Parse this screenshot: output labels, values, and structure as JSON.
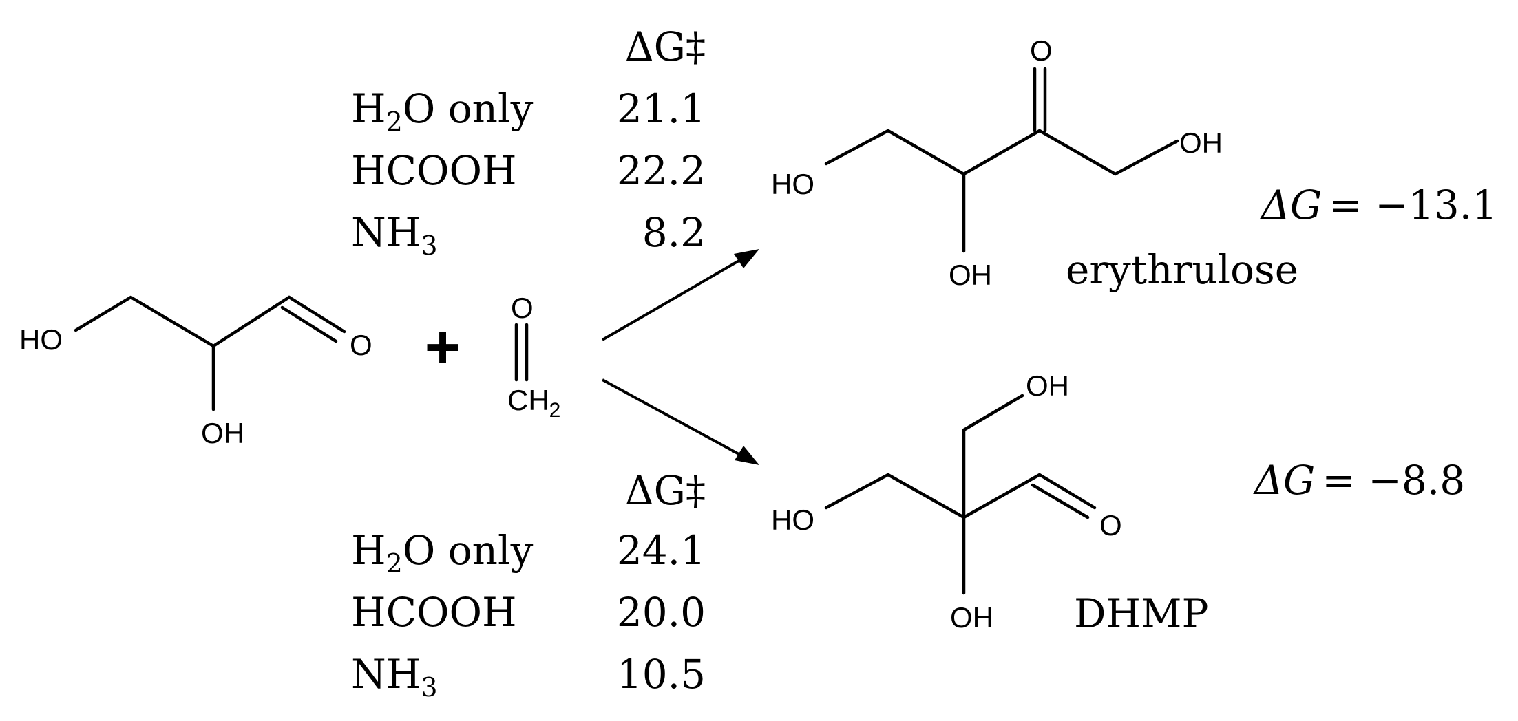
{
  "top_barrier_table": {
    "header": "ΔG‡",
    "rows": [
      {
        "label": "H",
        "sub": "2",
        "label_rest": "O only",
        "value": "21.1"
      },
      {
        "label": "HCOOH",
        "sub": "",
        "label_rest": "",
        "value": "22.2"
      },
      {
        "label": "NH",
        "sub": "3",
        "label_rest": "",
        "value": "8.2"
      }
    ]
  },
  "bottom_barrier_table": {
    "header": "ΔG‡",
    "rows": [
      {
        "label": "H",
        "sub": "2",
        "label_rest": "O only",
        "value": "24.1"
      },
      {
        "label": "HCOOH",
        "sub": "",
        "label_rest": "",
        "value": "20.0"
      },
      {
        "label": "NH",
        "sub": "3",
        "label_rest": "",
        "value": "10.5"
      }
    ]
  },
  "reactant_glyceraldehyde": {
    "ho": "HO",
    "oh": "OH",
    "o": "O"
  },
  "plus_sign": "+",
  "reactant_formaldehyde": {
    "o": "O",
    "ch": "CH",
    "sub": "2"
  },
  "product_erythrulose": {
    "name": "erythrulose",
    "ho": "HO",
    "oh_right": "OH",
    "oh_bottom": "OH",
    "o_top": "O",
    "delta_g_symbol": "ΔG",
    "delta_g_value": "= −13.1"
  },
  "product_dhmp": {
    "name": "DHMP",
    "ho": "HO",
    "oh_top": "OH",
    "oh_bottom": "OH",
    "o": "O",
    "delta_g_symbol": "ΔG",
    "delta_g_value": "= −8.8"
  }
}
